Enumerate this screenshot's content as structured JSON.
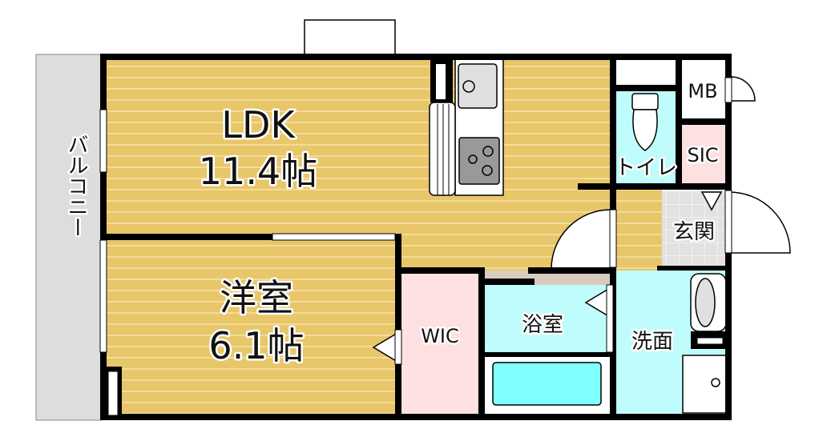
{
  "floorplan": {
    "rooms": {
      "ldk": {
        "name": "LDK",
        "size": "11.4帖"
      },
      "western": {
        "name": "洋室",
        "size": "6.1帖"
      },
      "wic": {
        "name": "WIC"
      },
      "bath": {
        "name": "浴室"
      },
      "washroom": {
        "name": "洗面"
      },
      "toilet": {
        "name": "トイレ"
      },
      "sic": {
        "name": "SIC"
      },
      "mb": {
        "name": "MB"
      },
      "entrance": {
        "name": "玄関"
      },
      "balcony": {
        "name": "バルコニー"
      }
    },
    "colors": {
      "wood": "#E8C66A",
      "wet": "#C0FCFC",
      "storage": "#FDE0E0",
      "tile": "#E2E2E2",
      "balcony": "#DDDDDD",
      "wall": "#000000"
    }
  }
}
